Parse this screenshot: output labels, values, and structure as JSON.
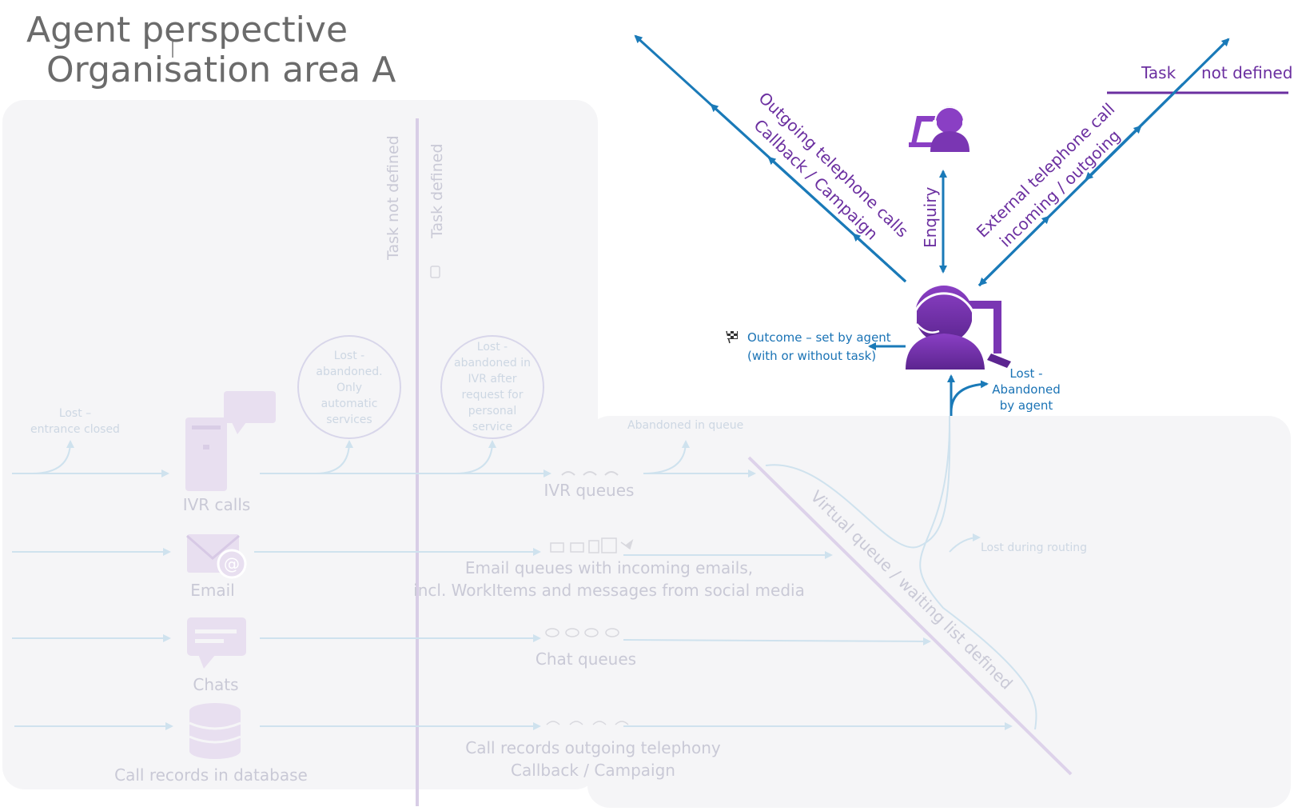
{
  "title": {
    "line1": "Agent perspective",
    "line2": "Organisation area A"
  },
  "legend": {
    "task": "Task",
    "not_defined": "not defined"
  },
  "divider_labels": {
    "task_not_defined": "Task not defined",
    "task_defined": "Task defined"
  },
  "lost_labels": {
    "entrance_closed_1": "Lost –",
    "entrance_closed_2": "entrance closed",
    "ivr_abandoned": [
      "Lost -",
      "abandoned.",
      "Only",
      "automatic",
      "services"
    ],
    "ivr_after_request": [
      "Lost -",
      "abandoned in",
      "IVR after",
      "request for",
      "personal",
      "service"
    ],
    "abandoned_in_queue": "Abandoned in queue",
    "lost_during_routing": "Lost during routing"
  },
  "sources": {
    "ivr_calls": "IVR calls",
    "email": "Email",
    "chats": "Chats",
    "call_records": "Call records in database"
  },
  "queues": {
    "ivr": "IVR queues",
    "email_1": "Email queues with incoming emails,",
    "email_2": "incl. WorkItems and messages from social media",
    "chat": "Chat queues",
    "call_records_1": "Call records outgoing telephony",
    "call_records_2": "Callback / Campaign"
  },
  "virtual_queue": "Virtual queue / waiting list defined",
  "agent": {
    "outgoing_1": "Outgoing telephone calls",
    "outgoing_2": "Callback  /  Campaign",
    "enquiry": "Enquiry",
    "external_1": "External telephone call",
    "external_2": "incoming / outgoing",
    "outcome_1": "Outcome – set by agent",
    "outcome_2": "(with or without task)",
    "lost_abandoned": [
      "Lost -",
      "Abandoned",
      "by agent"
    ]
  },
  "colors": {
    "purple": "#6b2fa0",
    "blue": "#1a7ab8",
    "faded_panel": "#f5f5f7"
  }
}
